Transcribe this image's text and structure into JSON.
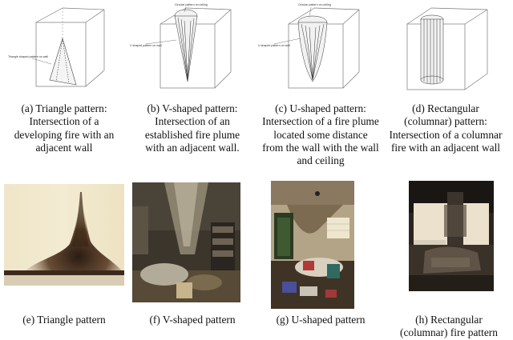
{
  "diagrams": [
    {
      "label": "Triangle shaped pattern on wall"
    },
    {
      "label_top": "Circular pattern on ceiling",
      "label_side": "V shaped pattern on wall"
    },
    {
      "label_top": "Circular pattern on ceiling",
      "label_side": "U shaped pattern on wall"
    },
    {}
  ],
  "captions_top": [
    [
      "(a) Triangle pattern:",
      "Intersection of a",
      "developing fire with an",
      "adjacent wall"
    ],
    [
      "(b) V-shaped pattern:",
      "Intersection of an",
      "established fire plume",
      "with an adjacent wall."
    ],
    [
      "(c) U-shaped pattern:",
      "Intersection of a fire plume",
      "located some distance",
      "from the wall with the wall",
      "and ceiling"
    ],
    [
      "(d) Rectangular",
      "(columnar) pattern:",
      "Intersection of a columnar",
      "fire with an adjacent wall"
    ]
  ],
  "captions_bottom": [
    [
      "(e) Triangle pattern"
    ],
    [
      "(f) V-shaped pattern"
    ],
    [
      "(g) U-shaped pattern"
    ],
    [
      "(h) Rectangular",
      "(columnar) fire pattern"
    ]
  ],
  "colors": {
    "diagram_line": "#777777",
    "caption_text": "#111111"
  }
}
